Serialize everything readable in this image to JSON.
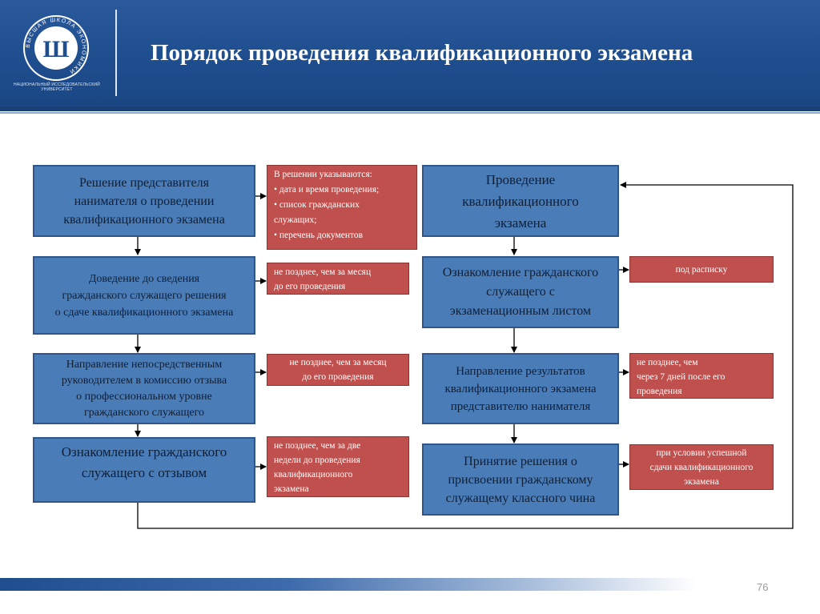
{
  "header": {
    "title": "Порядок проведения квалификационного экзамена",
    "logo_caption": "НАЦИОНАЛЬНЫЙ ИССЛЕДОВАТЕЛЬСКИЙ\nУНИВЕРСИТЕТ",
    "logo_ring_text": "ВЫСШАЯ ШКОЛА ЭКОНОМИКИ",
    "logo_letter": "Ш"
  },
  "left_column": [
    "Решение представителя\nнанимателя о проведении\nквалификационного экзамена",
    "Доведение до сведения\nгражданского служащего решения\nо сдаче квалификационного экзамена",
    "Направление непосредственным\nруководителем в комиссию отзыва\nо профессиональном уровне\nгражданского служащего",
    "Ознакомление гражданского\nслужащего с отзывом"
  ],
  "left_notes": [
    "В решении указываются:\n• дата и время проведения;\n• список гражданских\n  служащих;\n• перечень документов",
    "не позднее, чем за месяц\nдо его проведения",
    "не позднее, чем за месяц\nдо его проведения",
    "не позднее, чем за две\nнедели до проведения\nквалификационного\nэкзамена"
  ],
  "right_column": [
    "Проведение\nквалификационного\nэкзамена",
    "Ознакомление гражданского\nслужащего с\nэкзаменационным листом",
    "Направление результатов\nквалификационного экзамена\nпредставителю нанимателя",
    "Принятие решения о\nприсвоении гражданскому\nслужащему классного чина"
  ],
  "right_notes": [
    "под расписку",
    "не позднее, чем\nчерез 7 дней после его\nпроведения",
    "при условии успешной\nсдачи квалификационного\nэкзамена"
  ],
  "footer": {
    "page_number": "76"
  },
  "colors": {
    "header_blue": "#1f4e8f",
    "box_blue": "#4a7cb8",
    "note_red": "#c0504d"
  }
}
